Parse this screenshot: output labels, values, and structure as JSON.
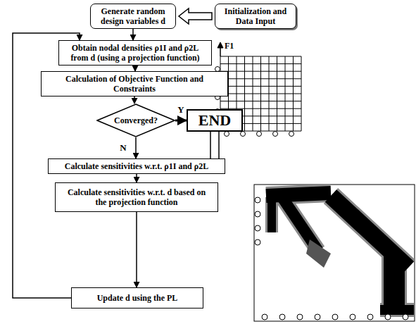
{
  "diagram": {
    "nodes": [
      {
        "text": [
          "Generate random design variables d"
        ]
      },
      {
        "text": [
          "Initialization and Data Input"
        ]
      },
      {
        "text": [
          "Obtain nodal densities ρ1I and ρ2L from d (using a projection function)"
        ]
      },
      {
        "text": [
          "Calculation of Objective Function and Constraints"
        ]
      },
      {
        "text": [
          "Converged?"
        ]
      },
      {
        "text": [
          "END"
        ]
      },
      {
        "text": [
          "Calculate sensitivities w.r.t. ρ1I and ρ2L"
        ]
      },
      {
        "text": [
          "Calculate sensitivities w.r.t. d based on the projection function"
        ]
      },
      {
        "text": [
          "Update d using the PL"
        ]
      }
    ],
    "edges": [
      {
        "from": 1,
        "to": 0,
        "arrow": "to"
      },
      {
        "from": 0,
        "to": 2,
        "arrow": "to"
      },
      {
        "from": 2,
        "to": 3,
        "arrow": "to"
      },
      {
        "from": 3,
        "to": 4,
        "arrow": "to"
      },
      {
        "from": 4,
        "to": 5,
        "label": "Y",
        "arrow": "to"
      },
      {
        "from": 4,
        "to": 6,
        "label": "N",
        "arrow": "to"
      },
      {
        "from": 6,
        "to": 7,
        "arrow": "to"
      },
      {
        "from": 7,
        "to": 8,
        "arrow": "to"
      },
      {
        "from": 8,
        "to": 2,
        "arrow": "to"
      }
    ],
    "labels": [
      "F1"
    ]
  }
}
